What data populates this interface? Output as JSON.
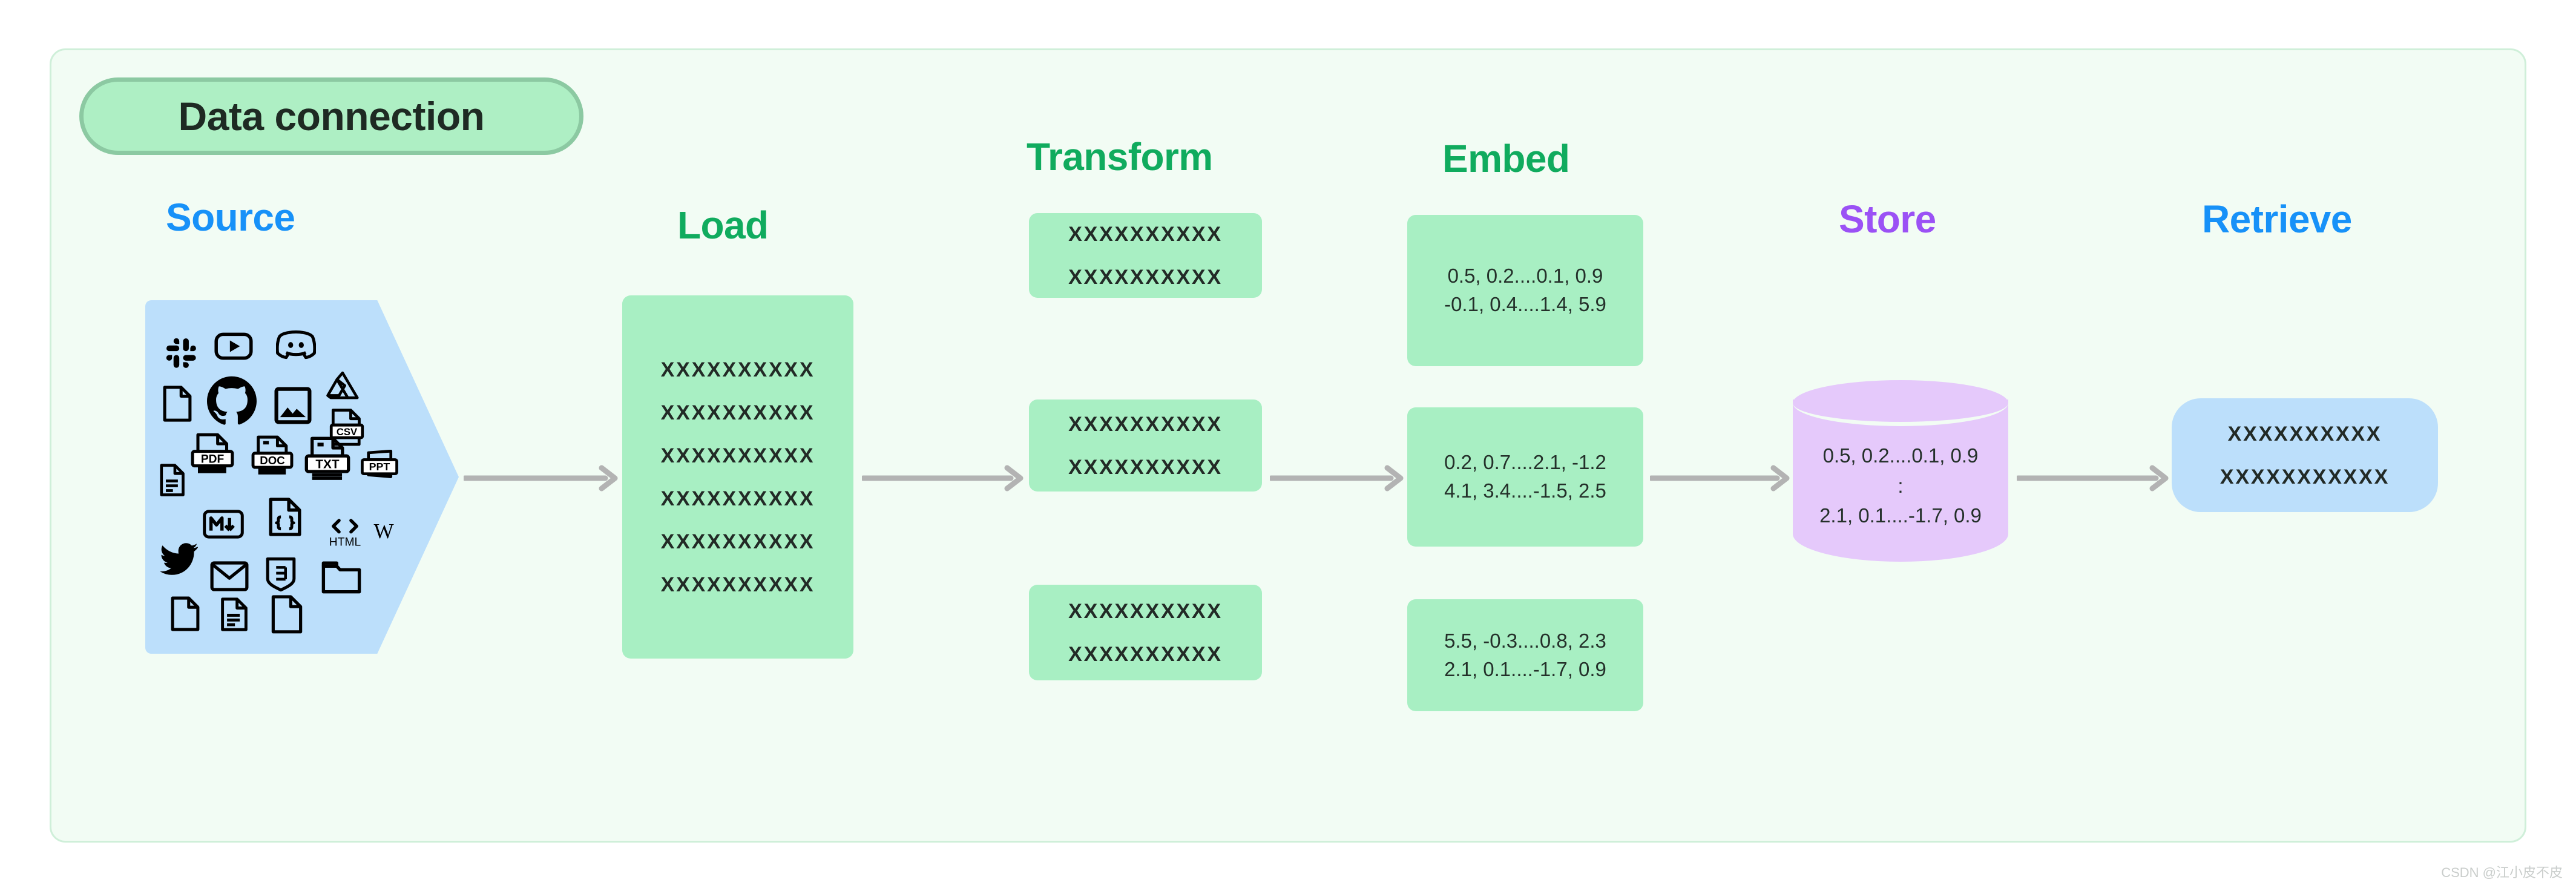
{
  "title": {
    "text": "Data connection"
  },
  "stages": [
    {
      "key": "source",
      "label": "Source"
    },
    {
      "key": "load",
      "label": "Load"
    },
    {
      "key": "transform",
      "label": "Transform"
    },
    {
      "key": "embed",
      "label": "Embed"
    },
    {
      "key": "store",
      "label": "Store"
    },
    {
      "key": "retrieve",
      "label": "Retrieve"
    }
  ],
  "colors": {
    "panel_bg": "#F2FCF4",
    "panel_border": "#CFEFD9",
    "title_fill": "#AEEFC4",
    "title_border": "#8CC9A2",
    "green_box": "#A8EFC3",
    "blue_box": "#BCDFFB",
    "purple_cylinder": "#E5C9FB",
    "label_blue": "#1791F8",
    "label_green": "#10AB5E",
    "label_purple": "#9B51F5",
    "arrow_gray": "#B3B3B3",
    "text_dark": "#222A26"
  },
  "source": {
    "label": "Source",
    "icons": [
      "slack-icon",
      "youtube-icon",
      "discord-icon",
      "file-blank-icon",
      "github-icon",
      "image-icon",
      "google-drive-icon",
      "file-text-lines-icon",
      "pdf-file-icon",
      "doc-file-icon",
      "txt-file-icon",
      "csv-file-icon",
      "ppt-file-icon",
      "markdown-icon",
      "json-code-file-icon",
      "html-icon",
      "wikipedia-icon",
      "twitter-icon",
      "email-icon",
      "css3-icon",
      "folder-icon",
      "file-blank-2-icon",
      "file-lines-icon",
      "file-blank-3-icon"
    ]
  },
  "load": {
    "label": "Load",
    "lines": [
      "XXXXXXXXXX",
      "XXXXXXXXXX",
      "XXXXXXXXXX",
      "XXXXXXXXXX",
      "XXXXXXXXXX",
      "XXXXXXXXXX"
    ]
  },
  "transform": {
    "label": "Transform",
    "boxes": [
      {
        "lines": [
          "XXXXXXXXXX",
          "XXXXXXXXXX"
        ]
      },
      {
        "lines": [
          "XXXXXXXXXX",
          "XXXXXXXXXX"
        ]
      },
      {
        "lines": [
          "XXXXXXXXXX",
          "XXXXXXXXXX"
        ]
      }
    ]
  },
  "embed": {
    "label": "Embed",
    "boxes": [
      {
        "lines": [
          "0.5, 0.2....0.1, 0.9",
          "-0.1, 0.4....1.4, 5.9"
        ]
      },
      {
        "lines": [
          "0.2, 0.7....2.1, -1.2",
          "4.1, 3.4....-1.5, 2.5"
        ]
      },
      {
        "lines": [
          "5.5, -0.3....0.8, 2.3",
          "2.1, 0.1....-1.7, 0.9"
        ]
      }
    ]
  },
  "store": {
    "label": "Store",
    "lines": [
      "0.5, 0.2....0.1, 0.9",
      ":",
      "2.1, 0.1....-1.7, 0.9"
    ]
  },
  "retrieve": {
    "label": "Retrieve",
    "lines": [
      "XXXXXXXXXX",
      "XXXXXXXXXXX"
    ]
  },
  "arrows": [
    {
      "from": "source",
      "to": "load"
    },
    {
      "from": "load",
      "to": "transform"
    },
    {
      "from": "transform",
      "to": "embed"
    },
    {
      "from": "embed",
      "to": "store"
    },
    {
      "from": "store",
      "to": "retrieve"
    }
  ],
  "watermark": {
    "text": "CSDN @江小皮不皮"
  }
}
